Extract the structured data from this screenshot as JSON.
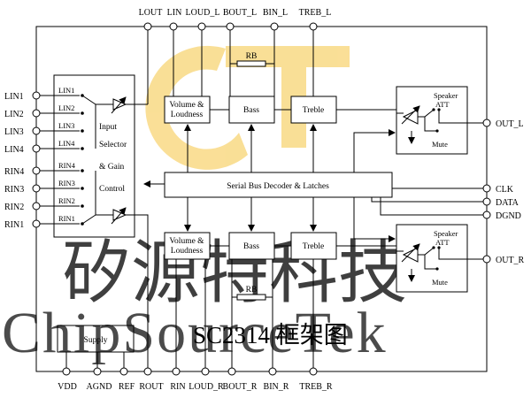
{
  "top_pins": [
    "LOUT",
    "LIN",
    "LOUD_L",
    "BOUT_L",
    "BIN_L",
    "TREB_L"
  ],
  "bottom_pins": [
    "VDD",
    "AGND",
    "REF",
    "ROUT",
    "RIN",
    "LOUD_R",
    "BOUT_R",
    "BIN_R",
    "TREB_R"
  ],
  "left_pins": [
    "LIN1",
    "LIN2",
    "LIN3",
    "LIN4",
    "RIN4",
    "RIN3",
    "RIN2",
    "RIN1"
  ],
  "right_pins": [
    "OUT_L",
    "CLK",
    "DATA",
    "DGND",
    "OUT_R"
  ],
  "selector": {
    "inner_labels": [
      "LIN1",
      "LIN2",
      "LIN3",
      "LIN4",
      "RIN4",
      "RIN3",
      "RIN2",
      "RIN1"
    ],
    "title_lines": [
      "Input",
      "Selector",
      "& Gain",
      "Control"
    ]
  },
  "blocks": {
    "volume_line1": "Volume &",
    "volume_line2": "Loudness",
    "bass": "Bass",
    "treble": "Treble",
    "rb": "RB",
    "decoder": "Serial Bus Decoder & Latches",
    "supply": "Supply",
    "speaker_line1": "Speaker",
    "speaker_line2": "ATT",
    "mute": "Mute"
  },
  "watermark": {
    "chinese": "矽源特科技",
    "english": "ChipSourceTek"
  },
  "caption": "SC2314 框架图",
  "colors": {
    "caption": "#2233cc",
    "logo": "#f5c542",
    "watermark": "#d0d0d0"
  }
}
